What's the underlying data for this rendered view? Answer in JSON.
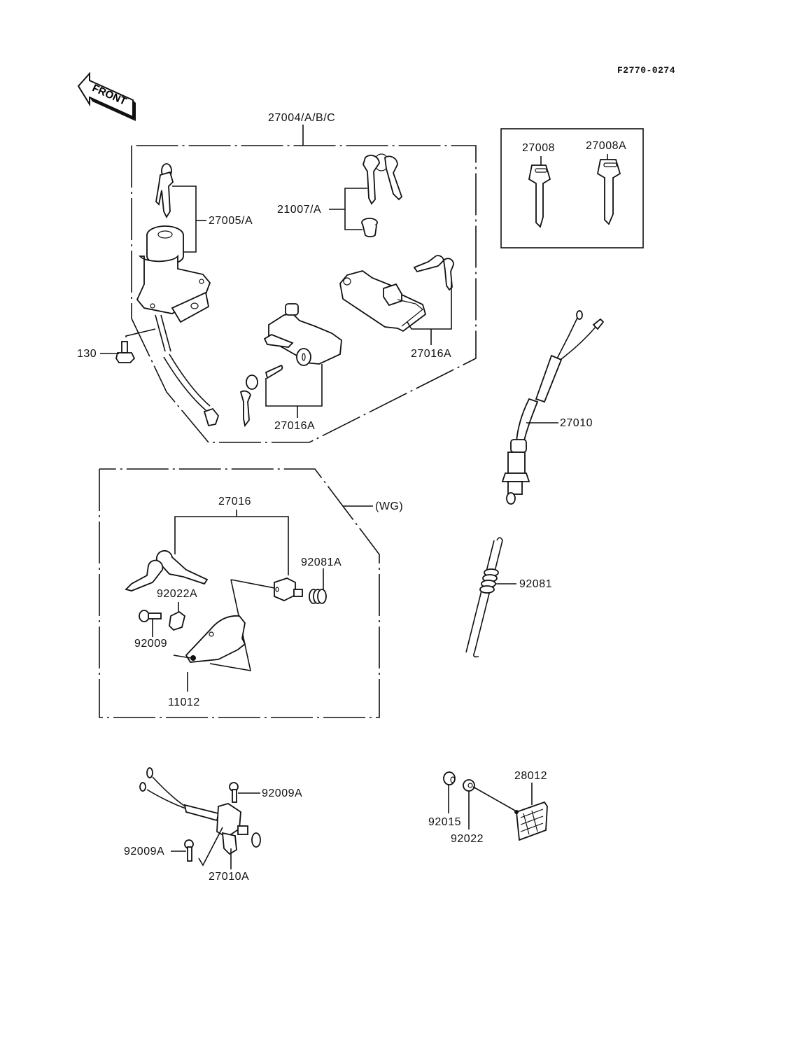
{
  "diagram": {
    "figure_code": "F2770-0274",
    "direction_label": "FRONT",
    "groups": [
      {
        "name": "ignition-switch-set",
        "label": "27004/A/B/C"
      },
      {
        "name": "key-blank-set",
        "label": ""
      },
      {
        "name": "wg-variant",
        "label": "(WG)"
      }
    ],
    "parts": {
      "p27004": "27004/A/B/C",
      "p27005": "27005/A",
      "p21007": "21007/A",
      "p130": "130",
      "p27016A_upper": "27016A",
      "p27016A_lower": "27016A",
      "p27008": "27008",
      "p27008A": "27008A",
      "p27010": "27010",
      "p27016": "27016",
      "pWG": "(WG)",
      "p92081A": "92081A",
      "p92022A": "92022A",
      "p92009": "92009",
      "p11012": "11012",
      "p92081": "92081",
      "p92009A_right": "92009A",
      "p92009A_left": "92009A",
      "p27010A": "27010A",
      "p28012": "28012",
      "p92015": "92015",
      "p92022": "92022"
    }
  }
}
